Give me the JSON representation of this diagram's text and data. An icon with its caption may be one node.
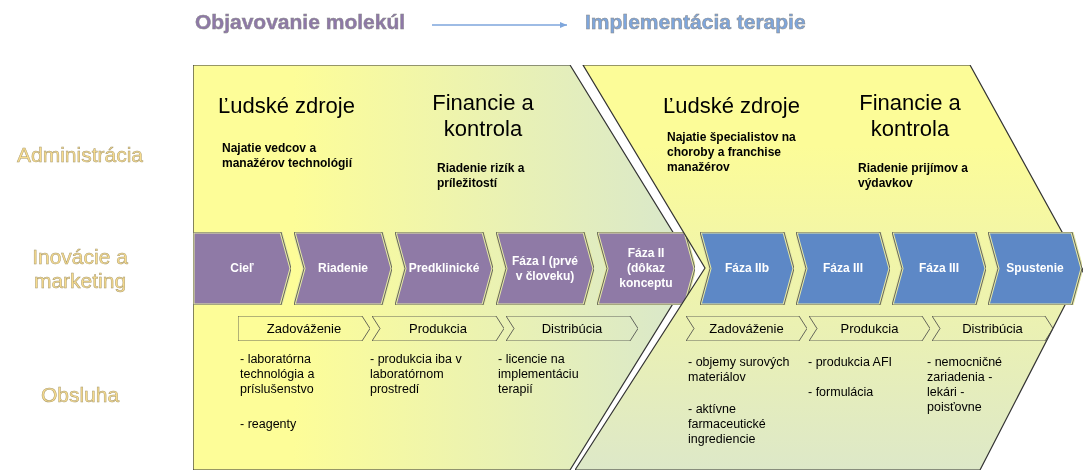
{
  "diagram": {
    "nodes": [
      {
        "text": [
          "Objavovanie molekúl"
        ]
      },
      {
        "text": [
          "Implementácia terapie"
        ]
      },
      {
        "text": [
          "Ľudské zdroje",
          "Najatie vedcov a manažérov technológií",
          "Financie a kontrola",
          "Riadenie rizík a príležitostí",
          "- laboratórna technológia a príslušenstvo",
          "- reagenty",
          "- produkcia iba v laboratórnom prostredí",
          "- licencie na implementáciu terapií"
        ]
      },
      {
        "text": [
          "Cieľ"
        ],
        "in": 2
      },
      {
        "text": [
          "Riadenie"
        ],
        "in": 2
      },
      {
        "text": [
          "Predklinické"
        ],
        "in": 2
      },
      {
        "text": [
          "Fáza I (prvé v človeku)"
        ],
        "in": 2
      },
      {
        "text": [
          "Fáza II (dôkaz konceptu"
        ],
        "in": 2
      },
      {
        "text": [
          "Zadováženie"
        ],
        "in": 2
      },
      {
        "text": [
          "Produkcia"
        ],
        "in": 2
      },
      {
        "text": [
          "Distribúcia"
        ],
        "in": 2
      },
      {
        "text": [
          "Ľudské zdroje",
          "Najatie špecialistov na choroby a franchise manažérov",
          "Financie a kontrola",
          "Riadenie prijímov a výdavkov",
          "- objemy surových materiálov",
          "- aktívne farmaceutické ingrediencie",
          "- produkcia AFI",
          "- formulácia",
          "- nemocničné zariadenia -lekári -poisťovne"
        ]
      },
      {
        "text": [
          "Fáza IIb"
        ],
        "in": 11
      },
      {
        "text": [
          "Fáza III"
        ],
        "in": 11
      },
      {
        "text": [
          "Fáza III"
        ],
        "in": 11
      },
      {
        "text": [
          "Spustenie"
        ],
        "in": 11
      },
      {
        "text": [
          "Zadováženie"
        ],
        "in": 11
      },
      {
        "text": [
          "Produkcia"
        ],
        "in": 11
      },
      {
        "text": [
          "Distribúcia"
        ],
        "in": 11
      }
    ],
    "edges": [
      {
        "from": 0,
        "to": 1,
        "arrow": "to"
      }
    ],
    "labels": [
      "Administrácia",
      "Inovácie a marketing",
      "Obsluha"
    ]
  }
}
